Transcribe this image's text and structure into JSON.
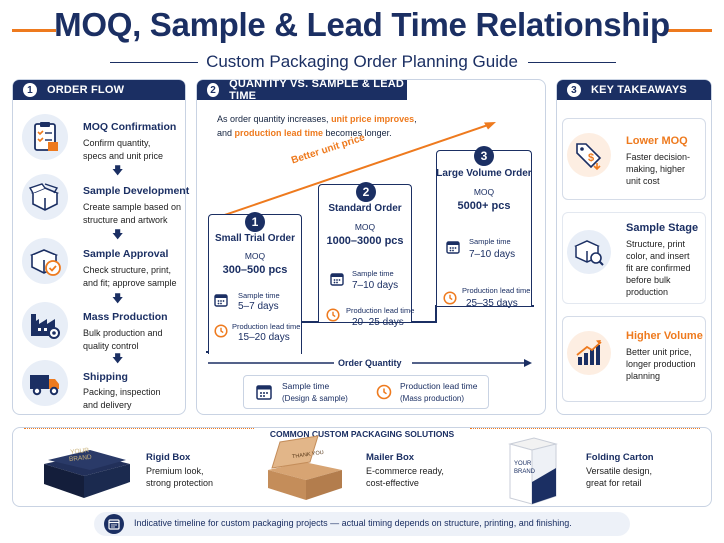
{
  "header": {
    "title": "MOQ, Sample & Lead Time Relationship",
    "subtitle": "Custom Packaging Order Planning Guide"
  },
  "order_flow": {
    "number": "1",
    "heading": "ORDER FLOW",
    "steps": [
      {
        "title": "MOQ Confirmation",
        "desc1": "Confirm quantity,",
        "desc2": "specs and unit price",
        "icon": "clipboard-checklist-icon"
      },
      {
        "title": "Sample Development",
        "desc1": "Create sample based on",
        "desc2": "structure and artwork",
        "icon": "open-box-icon"
      },
      {
        "title": "Sample Approval",
        "desc1": "Check structure, print,",
        "desc2": "and fit; approve sample",
        "icon": "box-check-icon"
      },
      {
        "title": "Mass Production",
        "desc1": "Bulk production and",
        "desc2": "quality control",
        "icon": "factory-icon"
      },
      {
        "title": "Shipping",
        "desc1": "Packing, inspection",
        "desc2": "and delivery",
        "icon": "truck-icon"
      }
    ]
  },
  "quantity_section": {
    "number": "2",
    "heading": "QUANTITY VS. SAMPLE & LEAD TIME",
    "intro": {
      "part1": "As order quantity increases, ",
      "highlight1": "unit price improves",
      "part2": ",",
      "part3": "and ",
      "highlight2": "production lead time",
      "part4": " becomes longer."
    },
    "trend_label": "Better unit price",
    "axis_label": "Order Quantity",
    "moq_label": "MOQ",
    "sample_label": "Sample time",
    "production_label": "Production lead time",
    "tiers": [
      {
        "num": "1",
        "name": "Small Trial Order",
        "moq": "300–500 pcs",
        "sample": "5–7 days",
        "production": "15–20 days"
      },
      {
        "num": "2",
        "name": "Standard Order",
        "moq": "1000–3000 pcs",
        "sample": "7–10 days",
        "production": "20–25 days"
      },
      {
        "num": "3",
        "name": "Large Volume Order",
        "moq": "5000+ pcs",
        "sample": "7–10 days",
        "production": "25–35 days"
      }
    ],
    "legend": [
      {
        "label": "Sample time",
        "sub": "(Design & sample)",
        "icon": "calendar-icon"
      },
      {
        "label": "Production lead time",
        "sub": "(Mass production)",
        "icon": "clock-icon"
      }
    ]
  },
  "takeaways": {
    "number": "3",
    "heading": "KEY TAKEAWAYS",
    "items": [
      {
        "title": "Lower MOQ",
        "lines": [
          "Faster decision-",
          "making, higher",
          "unit cost"
        ],
        "icon": "price-tag-icon"
      },
      {
        "title": "Sample Stage",
        "lines": [
          "Structure, print",
          "color, and insert",
          "fit are confirmed",
          "before bulk",
          "production"
        ],
        "icon": "box-magnifier-icon"
      },
      {
        "title": "Higher Volume",
        "lines": [
          "Better unit price,",
          "longer production",
          "planning"
        ],
        "icon": "growth-chart-icon"
      }
    ]
  },
  "solutions": {
    "heading": "COMMON CUSTOM PACKAGING SOLUTIONS",
    "items": [
      {
        "title": "Rigid Box",
        "line1": "Premium look,",
        "line2": "strong protection",
        "brand": "YOUR BRAND"
      },
      {
        "title": "Mailer Box",
        "line1": "E-commerce ready,",
        "line2": "cost-effective",
        "brand": "THANK YOU"
      },
      {
        "title": "Folding Carton",
        "line1": "Versatile design,",
        "line2": "great for retail",
        "brand": "YOUR BRAND"
      }
    ]
  },
  "footer": {
    "text": "Indicative timeline for custom packaging projects — actual timing depends on structure, printing, and finishing."
  },
  "colors": {
    "navy": "#1b2f63",
    "orange": "#ee7a1e",
    "light_blue": "#e8eef7"
  }
}
